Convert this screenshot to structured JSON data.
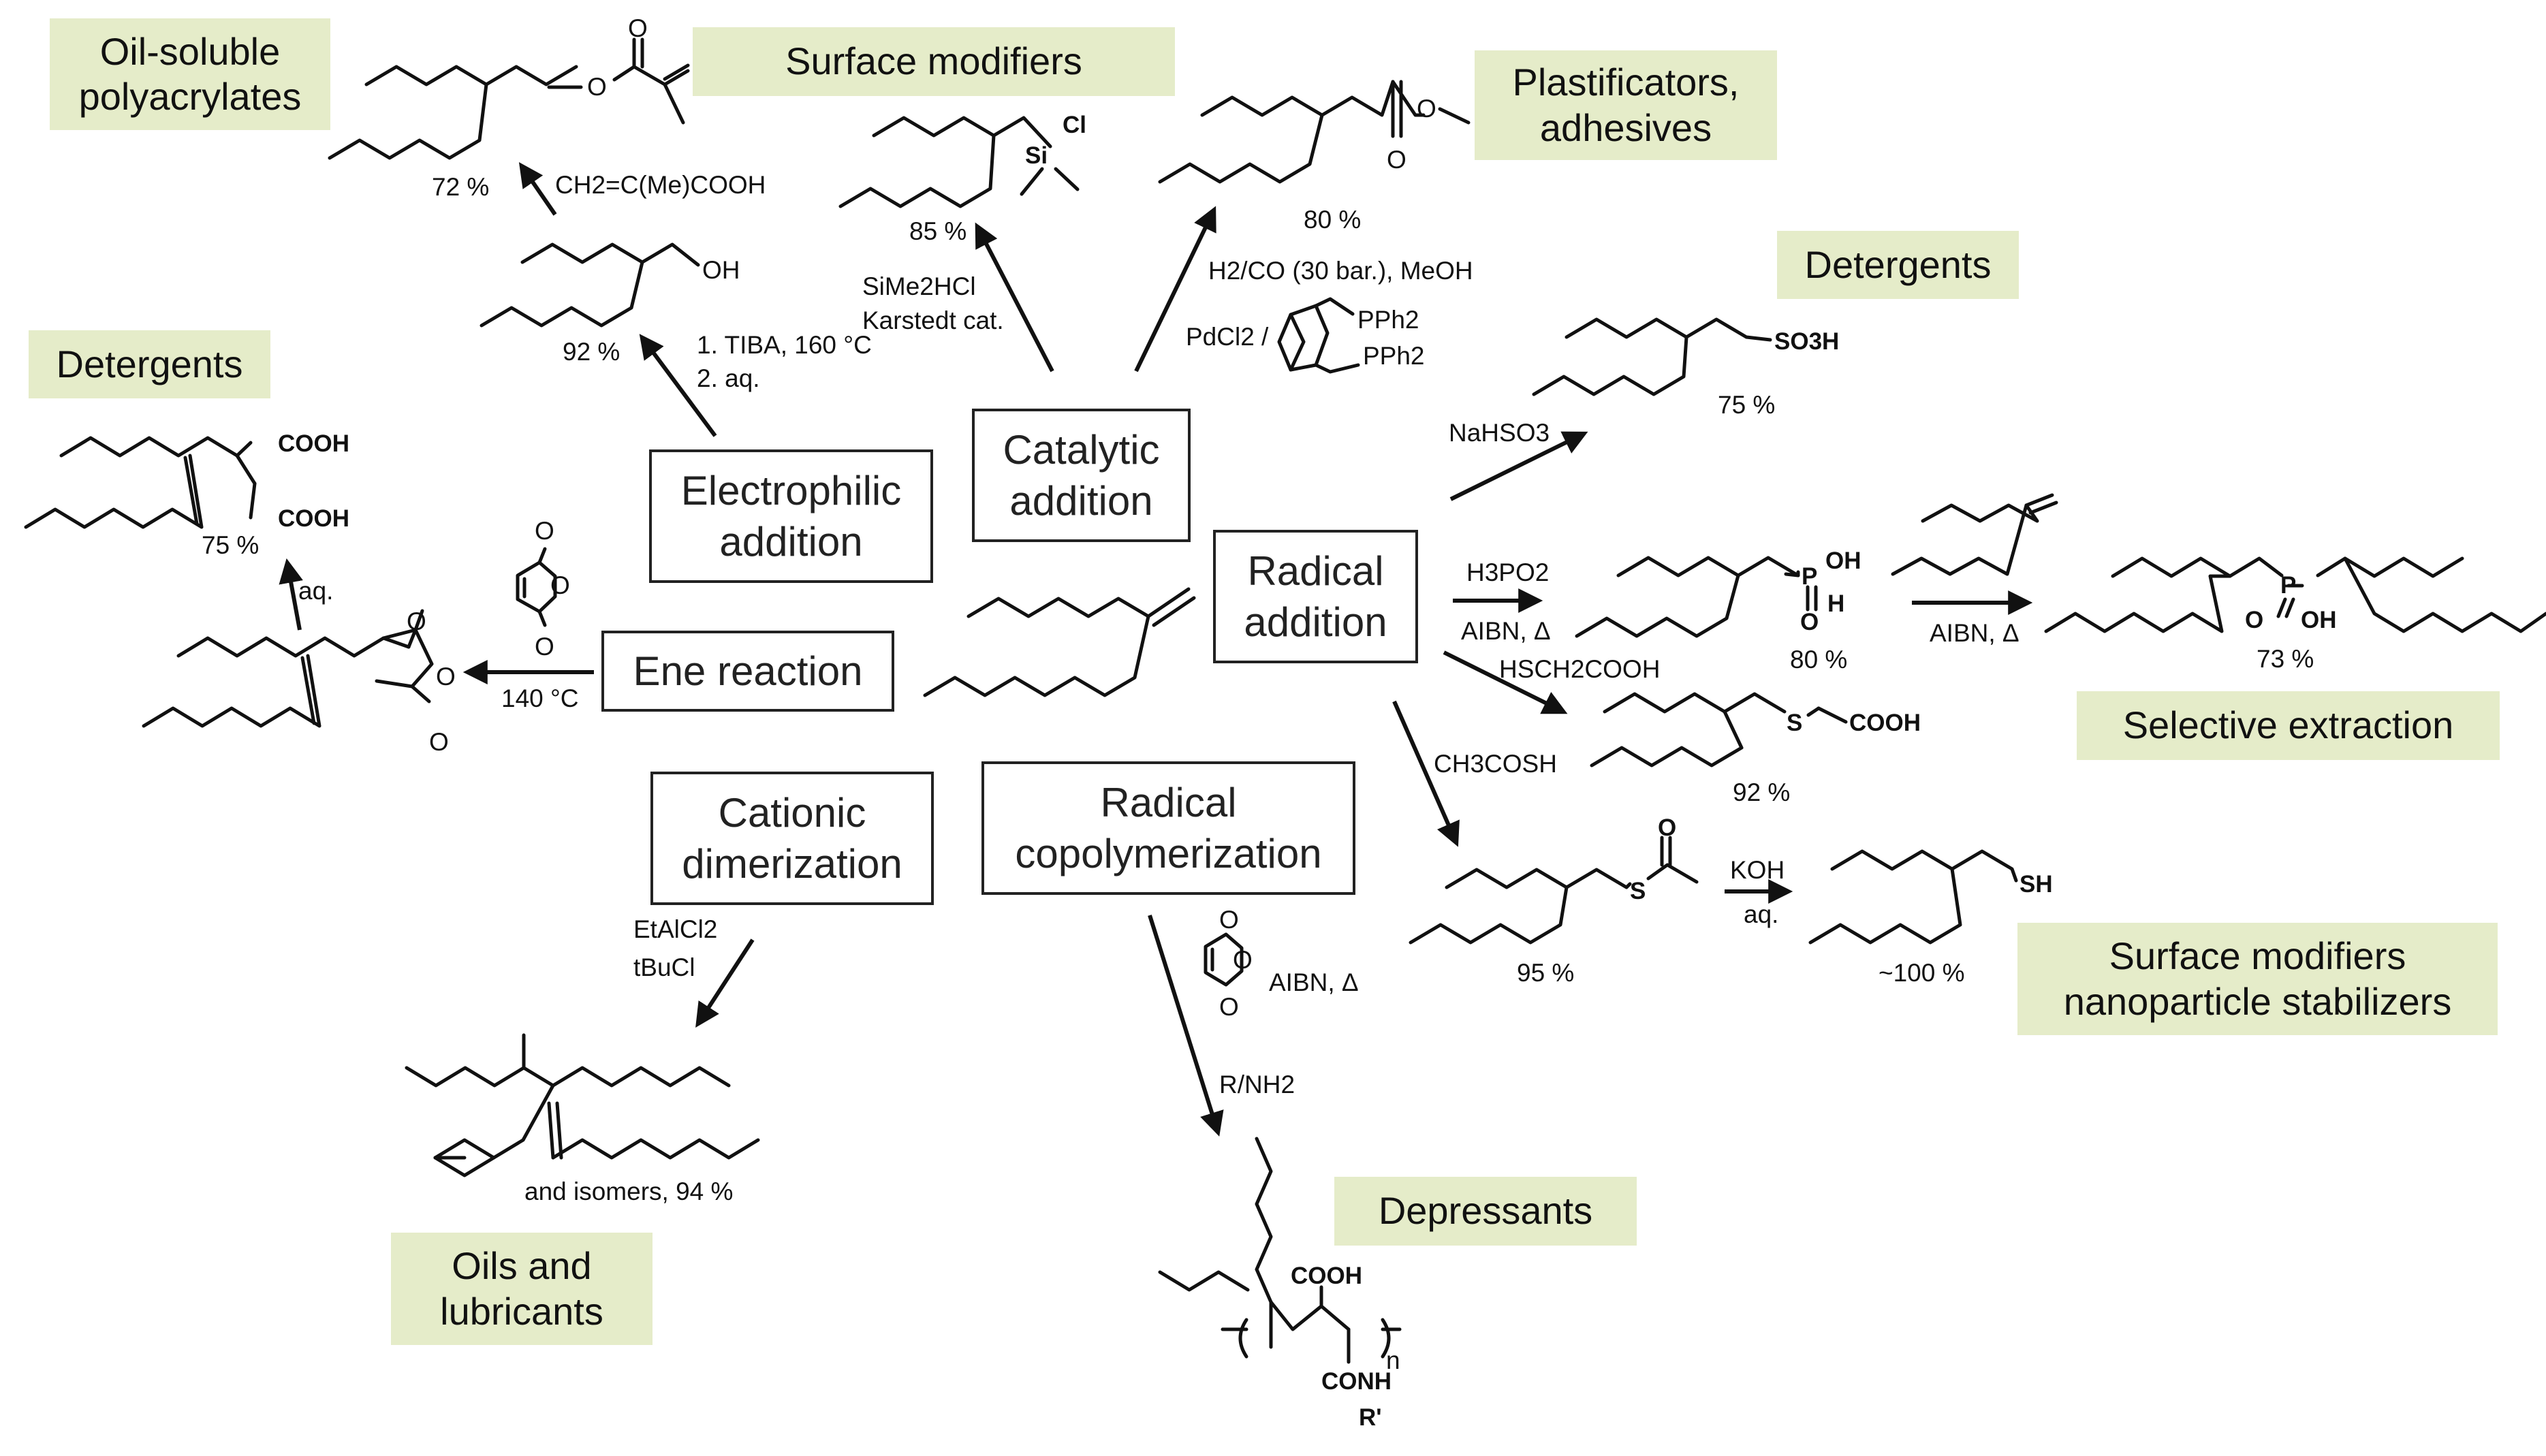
{
  "applications": {
    "oil_soluble": "Oil-soluble\npolyacrylates",
    "surface_mod_top": "Surface modifiers",
    "plastificators": "Plastificators,\nadhesives",
    "detergents_right": "Detergents",
    "detergents_left": "Detergents",
    "selective_extraction": "Selective extraction",
    "surface_mod_nano": "Surface modifiers\nnanoparticle stabilizers",
    "depressants": "Depressants",
    "oils_lubricants": "Oils and\nlubricants"
  },
  "reactions": {
    "electrophilic": "Electrophilic\naddition",
    "catalytic": "Catalytic\naddition",
    "radical_addition": "Radical\naddition",
    "ene": "Ene reaction",
    "cationic": "Cationic\ndimerization",
    "radical_copoly": "Radical\ncopolymerization"
  },
  "conditions": {
    "methacrylic_acid": "CH2=C(Me)COOH",
    "tiba_1": "1. TIBA, 160 °C",
    "tiba_2": "2. aq.",
    "sime2hcl": "SiMe2HCl",
    "karstedt": "Karstedt cat.",
    "h2co": "H2/CO (30 bar.), MeOH",
    "pdcl2": "PdCl2 /",
    "pph2_a": "PPh2",
    "pph2_b": "PPh2",
    "nahso3": "NaHSO3",
    "h3po2": "H3PO2",
    "aibn_a": "AIBN, Δ",
    "aibn_b": "AIBN, Δ",
    "hsch2cooh": "HSCH2COOH",
    "ch3cosh": "CH3COSH",
    "koh": "KOH",
    "koh_aq": "aq.",
    "aq_ene": "aq.",
    "temp_140": "140 °C",
    "etalcl2": "EtAlCl2",
    "tbucl": "tBuCl",
    "aibn_c": "AIBN, Δ",
    "rnh2": "R/NH2"
  },
  "yields": {
    "methacrylate": "72 %",
    "silane": "85 %",
    "ester": "80 %",
    "alcohol": "92 %",
    "sulfonic": "75 %",
    "succinic": "75 %",
    "phosphinic": "80 %",
    "phosphinic_di": "73 %",
    "thioacid": "92 %",
    "thioester": "95 %",
    "thiol": "~100 %",
    "dimer": "and isomers, 94 %"
  },
  "atoms": {
    "o1": "O",
    "o2": "O",
    "o3": "O",
    "o4": "O",
    "o5": "O",
    "oh_alcohol": "OH",
    "si": "Si",
    "cl": "Cl",
    "so3h": "SO3H",
    "p1": "P",
    "oh1": "OH",
    "h1": "H",
    "o_p1": "O",
    "p2": "P",
    "o_p2": "O",
    "oh2": "OH",
    "s1": "S",
    "cooh_s": "COOH",
    "s2": "S",
    "o_s2": "O",
    "sh": "SH",
    "cooh_a": "COOH",
    "cooh_b": "COOH",
    "mo1": "O",
    "mo2": "O",
    "mo3": "O",
    "ma1": "O",
    "ma2": "O",
    "ma3": "O",
    "po_cooh": "COOH",
    "po_conh": "CONH",
    "po_r": "R'",
    "po_n": "n"
  }
}
